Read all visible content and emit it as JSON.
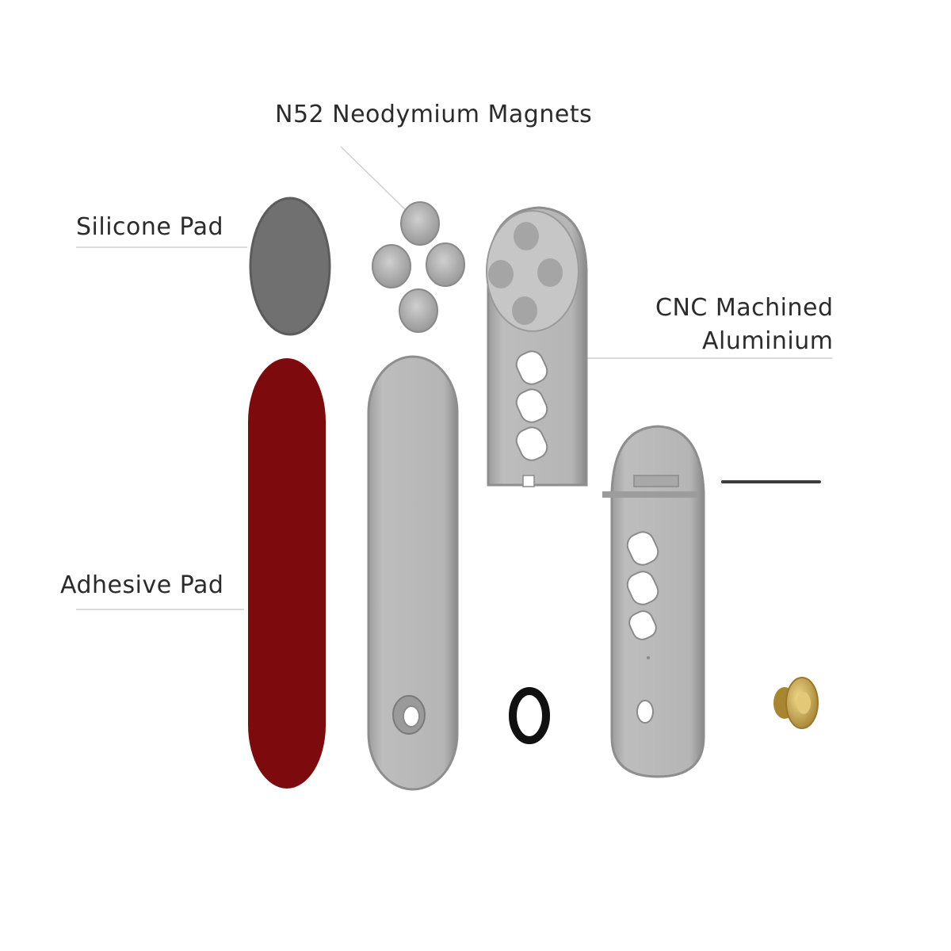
{
  "labels": {
    "magnets": "N52 Neodymium Magnets",
    "silicone": "Silicone Pad",
    "cnc_line1": "CNC Machined",
    "cnc_line2": "Aluminium",
    "adhesive": "Adhesive Pad"
  },
  "colors": {
    "adhesive_red": "#7d0a0c",
    "silicone_gray": "#707070",
    "aluminium": "#b9b9b9",
    "aluminium_dark": "#8e8e8e",
    "washer": "#111111",
    "brass": "#c9a85a",
    "leader_line": "#cfcfcf",
    "text": "#2b2b2b"
  }
}
